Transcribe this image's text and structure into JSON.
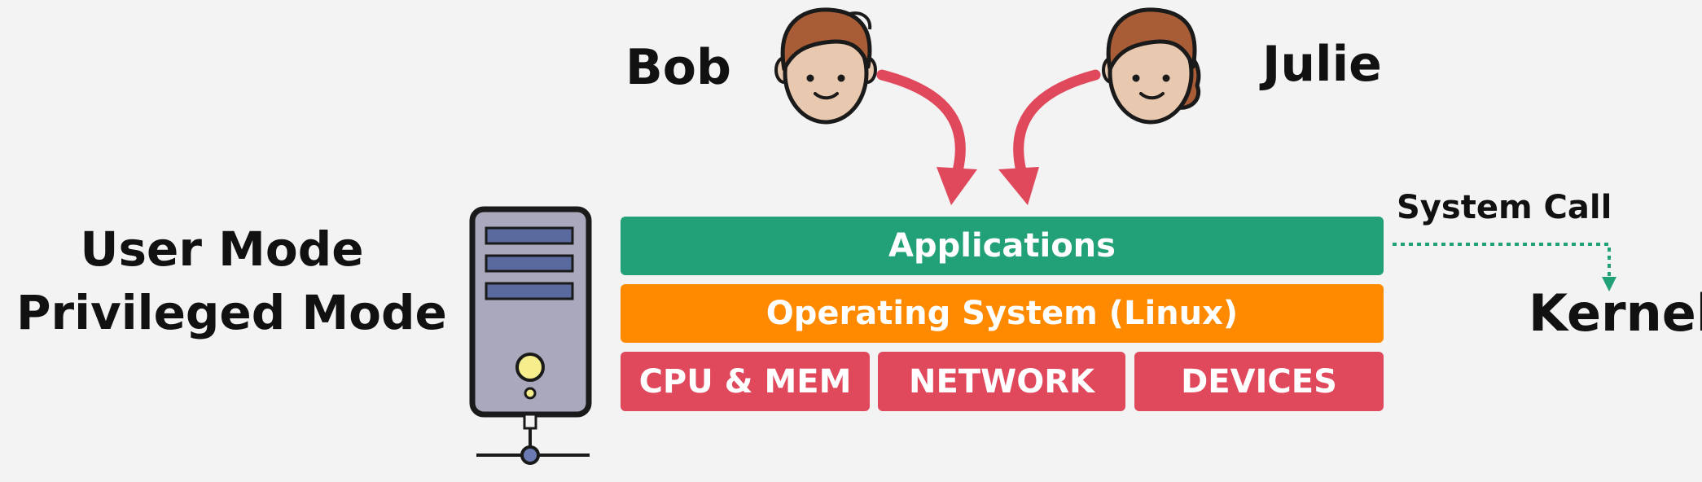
{
  "modes": {
    "user": "User Mode",
    "privileged": "Privileged Mode"
  },
  "people": {
    "bob": "Bob",
    "julie": "Julie"
  },
  "stack": {
    "applications": "Applications",
    "os": "Operating System (Linux)",
    "hardware": [
      "CPU & MEM",
      "NETWORK",
      "DEVICES"
    ]
  },
  "system_call": "System Call",
  "kernel": "Kernel",
  "colors": {
    "background": "#f3f3f3",
    "applications": "#22a077",
    "operating_system": "#ff8a00",
    "hardware": "#e0485c",
    "arrow": "#e0485c",
    "system_call_arrow": "#22a077"
  },
  "icons": [
    "person-bob-icon",
    "person-julie-icon",
    "server-tower-icon",
    "network-node-icon"
  ]
}
